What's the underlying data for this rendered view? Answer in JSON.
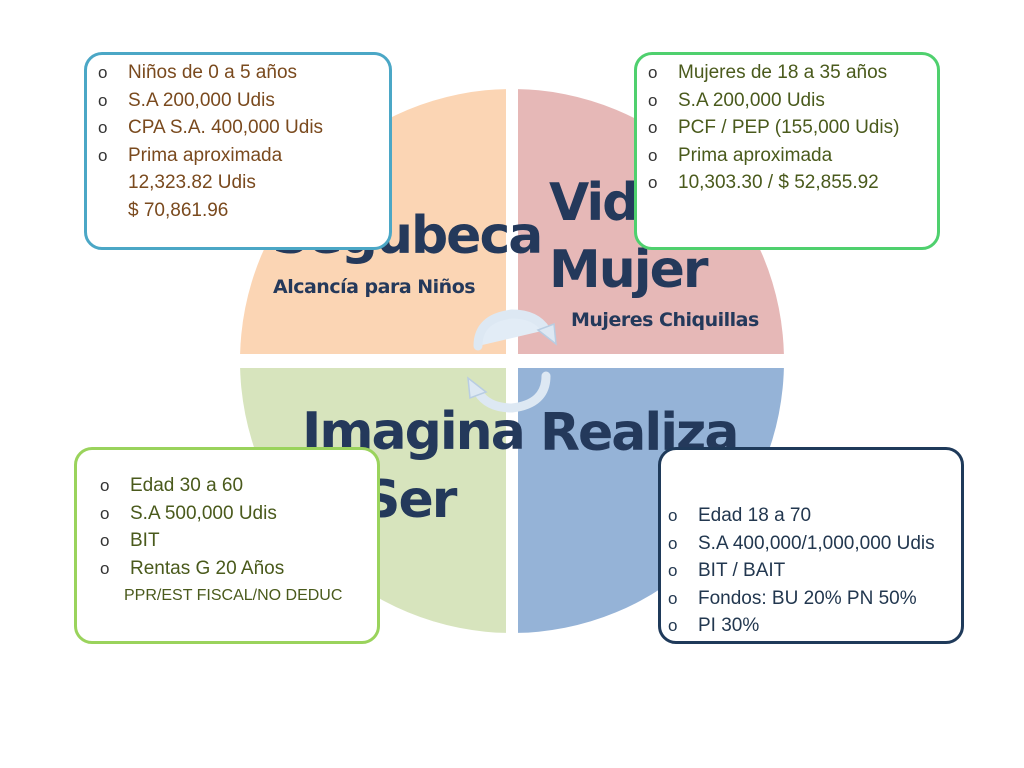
{
  "quadrants": {
    "top_left": {
      "title": "Segubeca",
      "subtitle": "Alcancía para Niños",
      "fill": "#fbd5b4",
      "border": "#4ba7c6",
      "items": [
        "Niños de 0 a 5 años",
        "S.A 200,000 Udis",
        "CPA S.A. 400,000 Udis",
        "Prima aproximada"
      ],
      "extra_lines": [
        "12,323.82 Udis",
        "$ 70,861.96"
      ]
    },
    "top_right": {
      "title_line1": "Vida",
      "title_line2": "Mujer",
      "subtitle": "Mujeres Chiquillas",
      "fill": "#e6b8b7",
      "border": "#4fd06e",
      "items": [
        "Mujeres de 18 a 35 años",
        "S.A 200,000 Udis",
        "PCF / PEP   (155,000 Udis)",
        "Prima aproximada",
        "10,303.30 /  $ 52,855.92"
      ]
    },
    "bottom_left": {
      "title_line1": "Imagina",
      "title_line2": "Ser",
      "fill": "#d7e4bd",
      "border": "#9ad35c",
      "items": [
        "Edad 30 a 60",
        "S.A 500,000 Udis",
        "BIT",
        "Rentas G 20  Años"
      ],
      "note": "PPR/EST FISCAL/NO DEDUC"
    },
    "bottom_right": {
      "title": "Realiza",
      "fill": "#95b3d7",
      "border": "#1f3a5a",
      "items": [
        "Edad 18 a 70",
        "S.A 400,000/1,000,000 Udis",
        "BIT / BAIT",
        "Fondos: BU 20% PN 50%",
        "PI 30%"
      ]
    }
  },
  "cycle_arrow_color": "#dbe7f3"
}
